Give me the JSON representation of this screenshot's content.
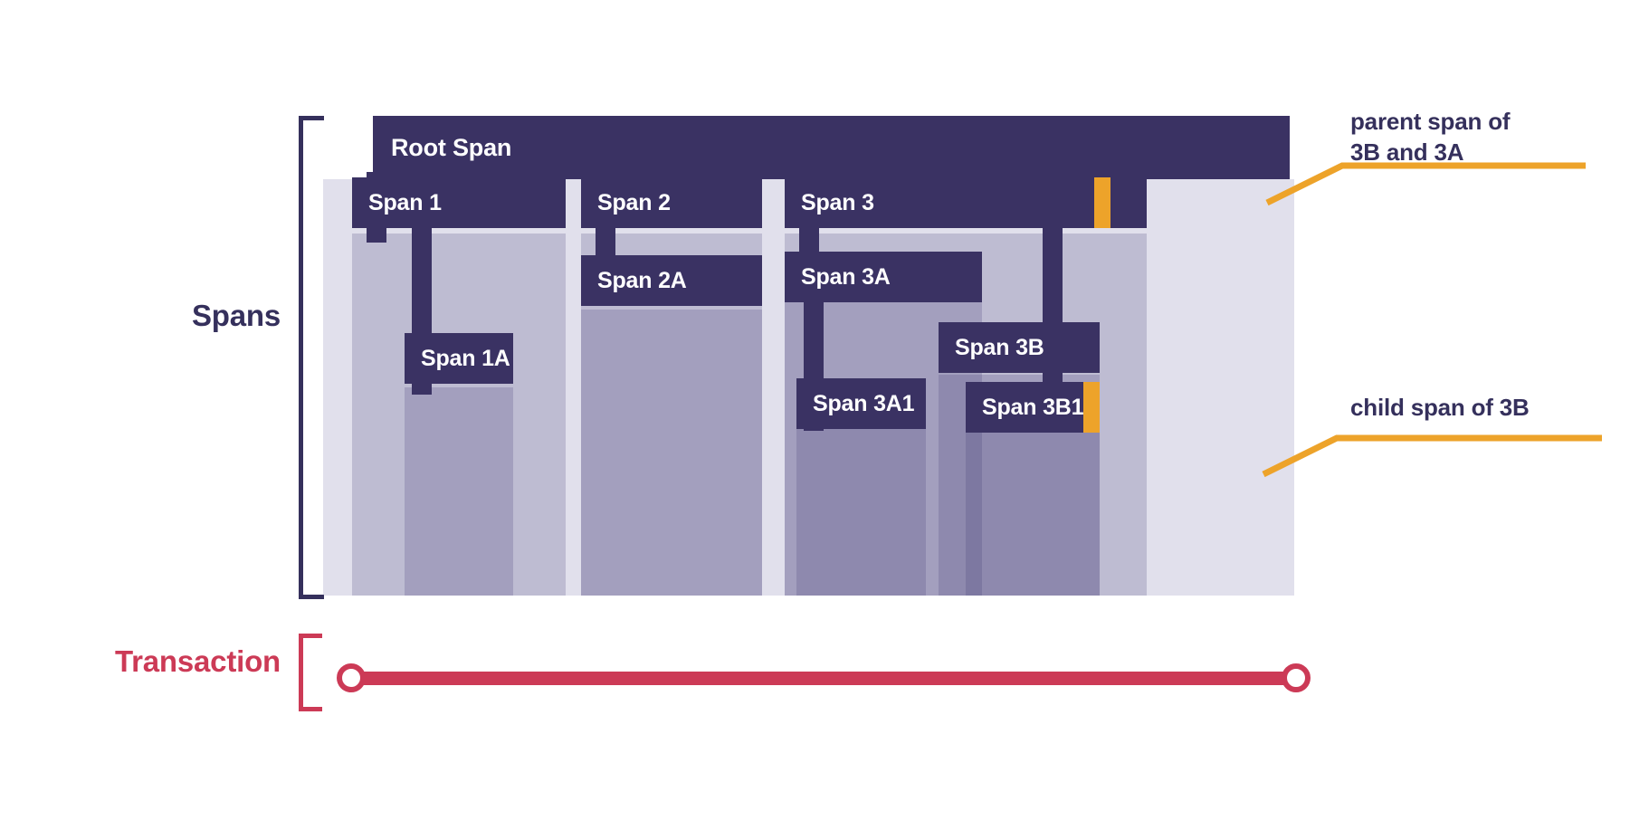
{
  "labels": {
    "spans": "Spans",
    "transaction": "Transaction"
  },
  "colors": {
    "span_bar": "#3a3263",
    "span_body": "rgba(70,60,120,0.22)",
    "root_body": "rgba(120,112,170,0.22)",
    "text_dark": "#35305c",
    "transaction": "#cc3a56",
    "marker": "#eda32a",
    "background": "#ffffff"
  },
  "spans": {
    "root": {
      "label": "Root Span"
    },
    "span1": {
      "label": "Span 1"
    },
    "span1a": {
      "label": "Span 1A"
    },
    "span2": {
      "label": "Span 2"
    },
    "span2a": {
      "label": "Span 2A"
    },
    "span3": {
      "label": "Span 3"
    },
    "span3a": {
      "label": "Span 3A"
    },
    "span3a1": {
      "label": "Span 3A1"
    },
    "span3b": {
      "label": "Span 3B"
    },
    "span3b1": {
      "label": "Span 3B1"
    }
  },
  "callouts": {
    "parent": "parent span of\n3B and 3A",
    "child": "child span of 3B"
  }
}
